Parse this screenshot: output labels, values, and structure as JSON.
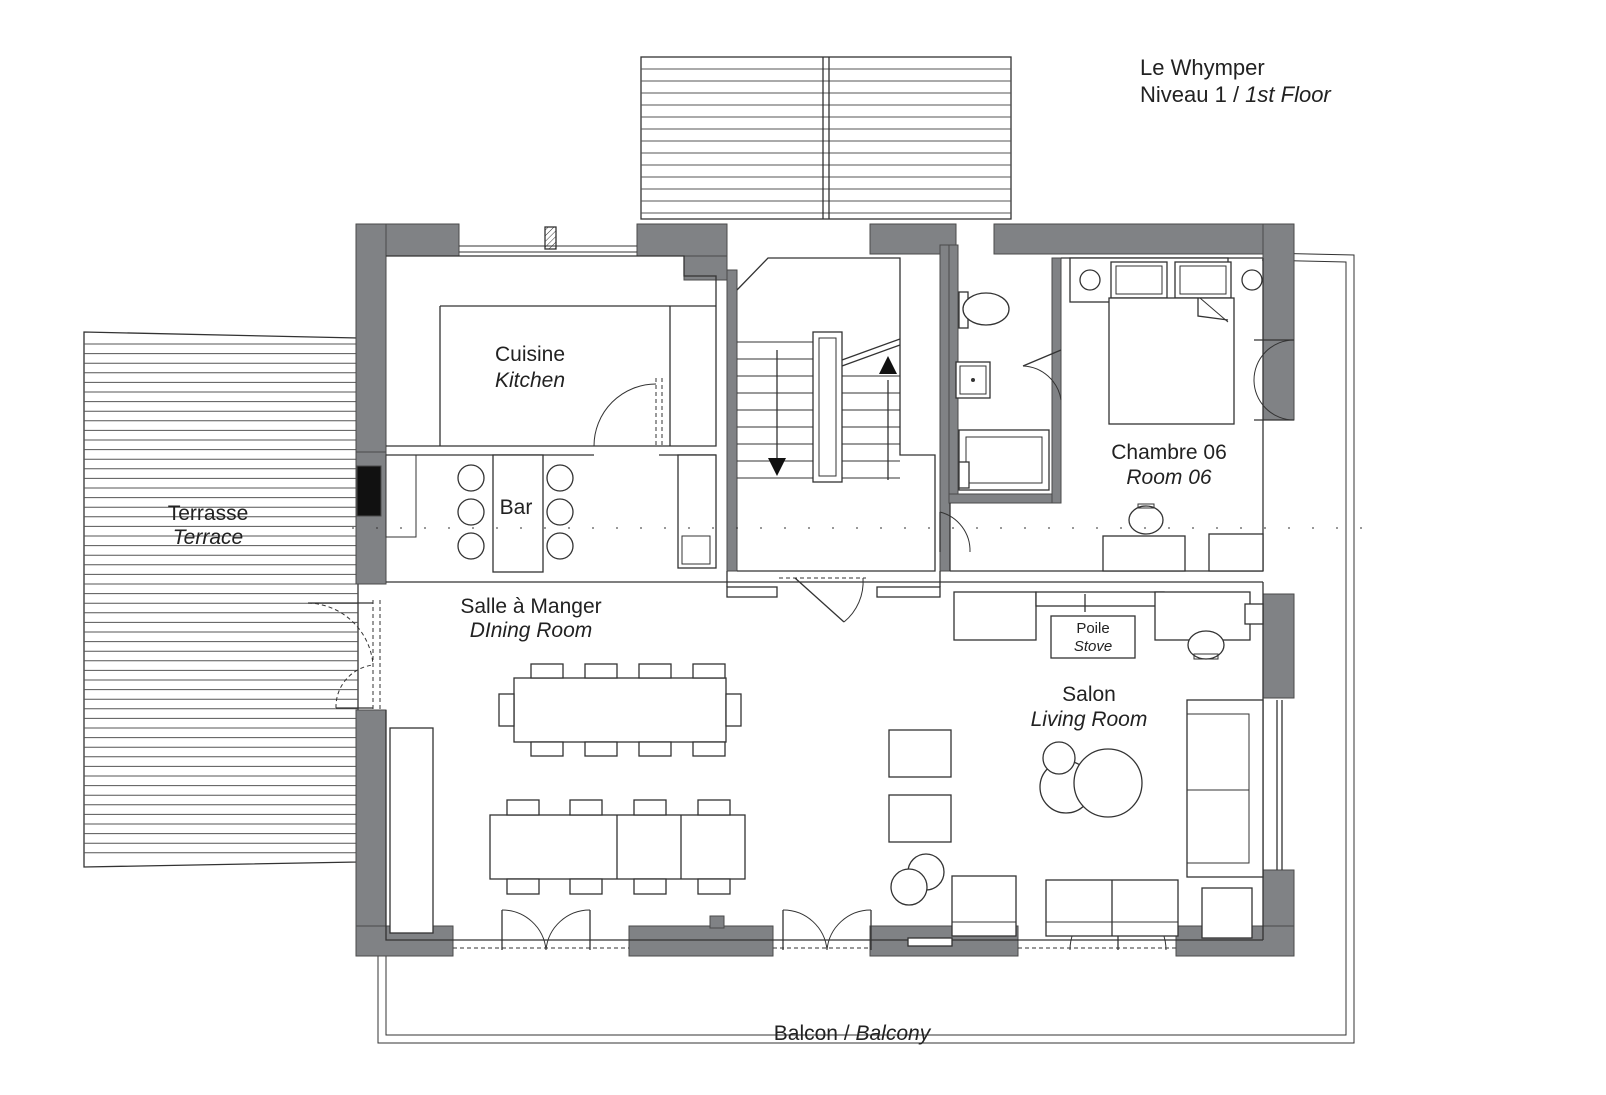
{
  "header": {
    "name": "Le Whymper",
    "level_fr": "Niveau 1 / ",
    "level_en": "1st Floor"
  },
  "rooms": {
    "kitchen": {
      "fr": "Cuisine",
      "en": "Kitchen"
    },
    "bar": {
      "fr": "Bar"
    },
    "terrace": {
      "fr": "Terrasse",
      "en": "Terrace"
    },
    "dining": {
      "fr": "Salle à Manger",
      "en": "DIning Room"
    },
    "bedroom": {
      "fr": "Chambre 06",
      "en": "Room 06"
    },
    "stove": {
      "fr": "Poile",
      "en": "Stove"
    },
    "living": {
      "fr": "Salon",
      "en": "Living Room"
    },
    "balcony": {
      "fr": "Balcon / ",
      "en": "Balcony"
    }
  },
  "colors": {
    "wall": "#808285",
    "line": "#333333",
    "background": "#ffffff"
  }
}
